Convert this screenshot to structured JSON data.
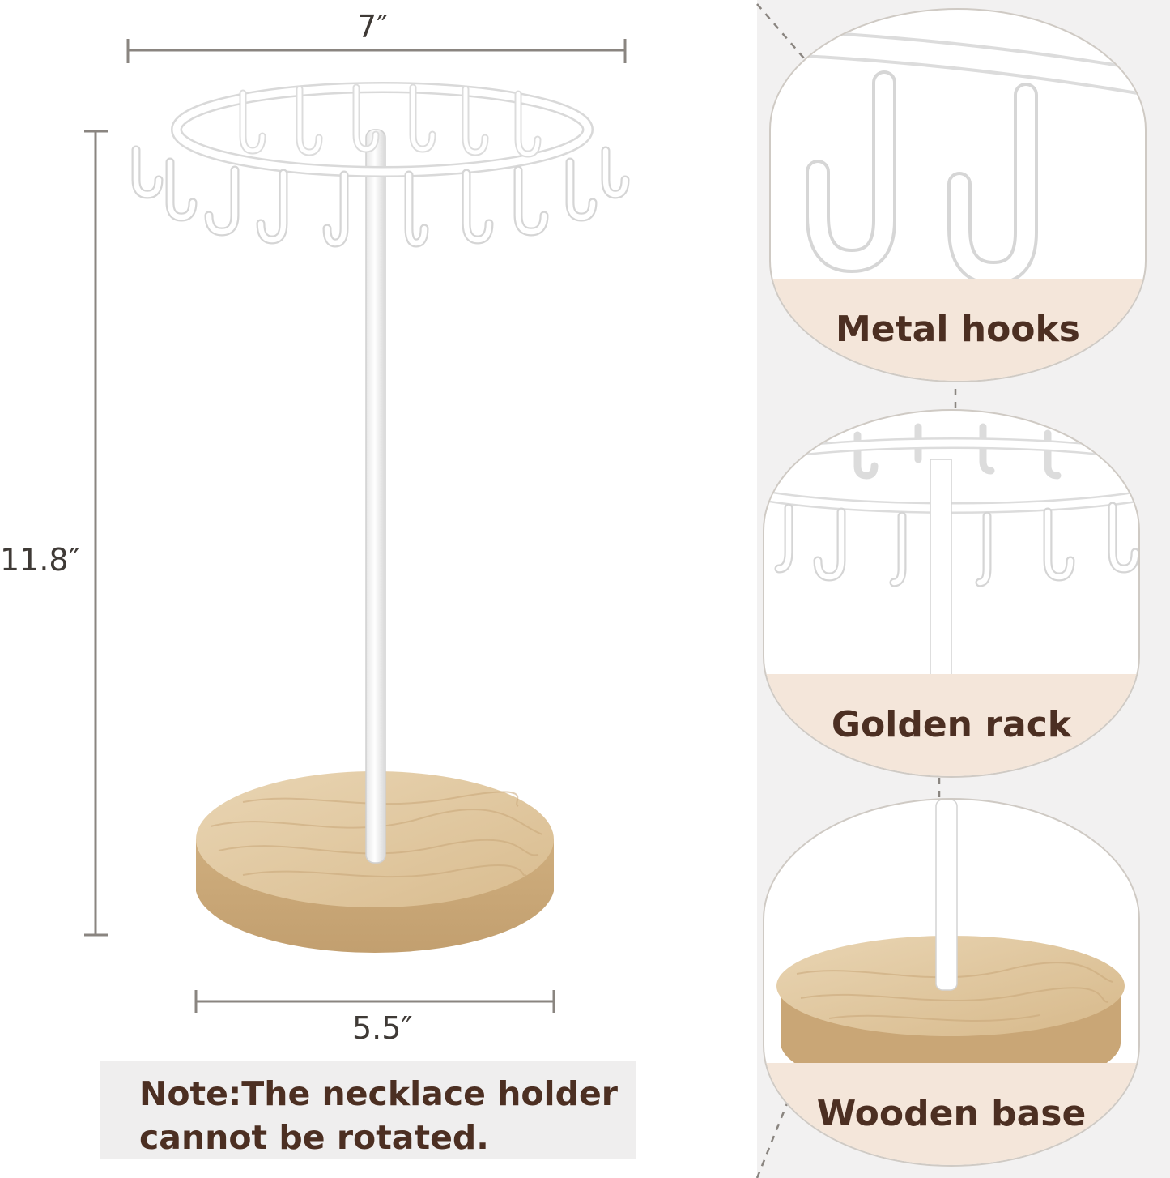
{
  "dimensions": {
    "width_label": "7″",
    "height_label": "11.8″",
    "base_label": "5.5″"
  },
  "note": {
    "line1": "Note:The necklace holder",
    "line2": "cannot be rotated."
  },
  "callouts": [
    {
      "label": "Metal hooks"
    },
    {
      "label": "Golden rack"
    },
    {
      "label": "Wooden base"
    }
  ],
  "colors": {
    "label_text": "#4c2f22",
    "label_band": "#f4e6da",
    "wood": "#dcc29a",
    "metal": "#ffffff"
  }
}
